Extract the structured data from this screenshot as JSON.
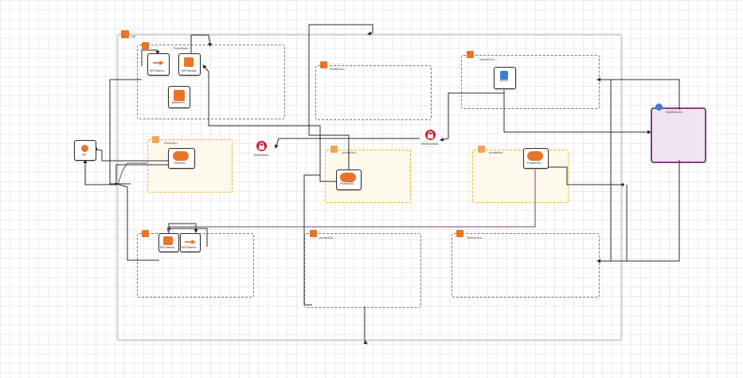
{
  "vpc": {
    "label": "vpc"
  },
  "subnets": [
    {
      "id": "s1",
      "label": "PublicSubn..."
    },
    {
      "id": "s2",
      "label": "PrivateSub..."
    },
    {
      "id": "s3",
      "label": "SubnetGrou..."
    },
    {
      "id": "s4",
      "label": ""
    },
    {
      "id": "s5",
      "label": "privateSub..."
    },
    {
      "id": "s6",
      "label": "SubnetGrou..."
    }
  ],
  "zones": [
    {
      "id": "z1",
      "label": "PublicSec..."
    },
    {
      "id": "z2",
      "label": "privateSec..."
    },
    {
      "id": "z3",
      "label": "privateSec..."
    }
  ],
  "nodes": {
    "nat1": "NATGatewa...",
    "nat2": "NATGateway",
    "bastion": "BastionPrit",
    "lb1": "PublicSec...",
    "lb2": "PrivateRDS...",
    "lb3": "PrivateRDS...",
    "mysql": "MySQL",
    "secret1": "SecretMana...",
    "secret2": "RDSSecretsM...",
    "igw": "igw",
    "nat3": "NATGatewa...",
    "nat4": "NATGatewa...",
    "rds_cluster": "MyDBCluste..."
  },
  "colors": {
    "edge": "#2b2b2b",
    "edge_purple": "#7b3f86",
    "aws_orange": "#e8742a",
    "lock_red": "#d0202a",
    "rds_purple": "#8c3b8e",
    "mysql_blue": "#3a7fd5"
  }
}
